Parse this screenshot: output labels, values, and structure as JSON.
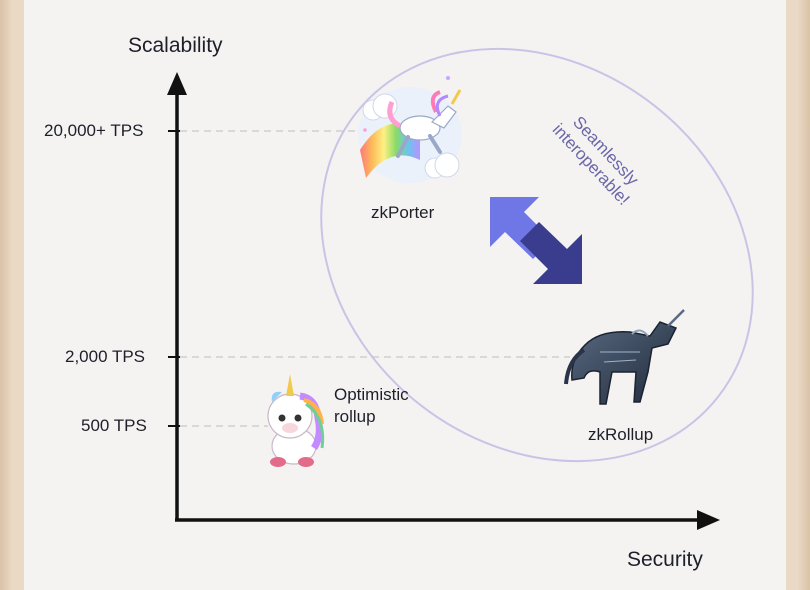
{
  "axes": {
    "y_label": "Scalability",
    "x_label": "Security"
  },
  "ticks": [
    {
      "label": "20,000+ TPS"
    },
    {
      "label": "2,000 TPS"
    },
    {
      "label": "500 TPS"
    }
  ],
  "nodes": {
    "zkporter": {
      "label": "zkPorter",
      "icon": "rainbow-unicorn-icon"
    },
    "zkrollup": {
      "label": "zkRollup",
      "icon": "robot-unicorn-icon"
    },
    "optimistic": {
      "label": "Optimistic rollup",
      "icon": "plush-unicorn-icon"
    }
  },
  "annotation": "Seamlessly interoperable!",
  "colors": {
    "arrow_light": "#6f76e6",
    "arrow_dark": "#3a3d8e",
    "ellipse": "#c9c4e6",
    "annotation_text": "#6b66a8",
    "axis": "#111111",
    "guide": "#c8c8c8"
  }
}
